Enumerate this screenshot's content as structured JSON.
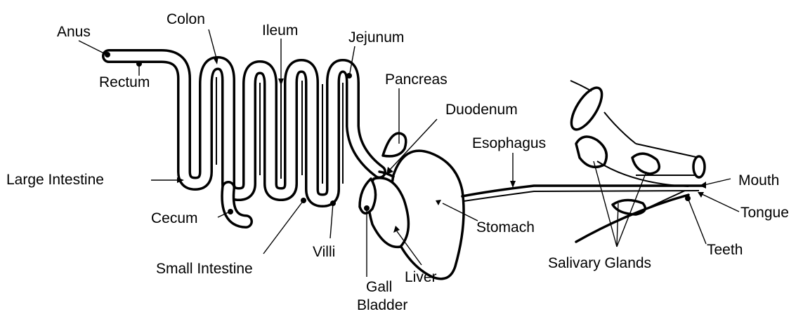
{
  "labels": {
    "anus": "Anus",
    "colon": "Colon",
    "ileum": "Ileum",
    "jejunum": "Jejunum",
    "pancreas": "Pancreas",
    "rectum": "Rectum",
    "duodenum": "Duodenum",
    "esophagus": "Esophagus",
    "large_intestine": "Large Intestine",
    "mouth": "Mouth",
    "cecum": "Cecum",
    "tongue": "Tongue",
    "stomach": "Stomach",
    "small_intestine": "Small Intestine",
    "villi": "Villi",
    "liver": "Liver",
    "teeth": "Teeth",
    "salivary_glands": "Salivary Glands",
    "gall": "Gall",
    "bladder": "Bladder"
  },
  "colors": {
    "line": "#000000",
    "background": "#ffffff"
  }
}
